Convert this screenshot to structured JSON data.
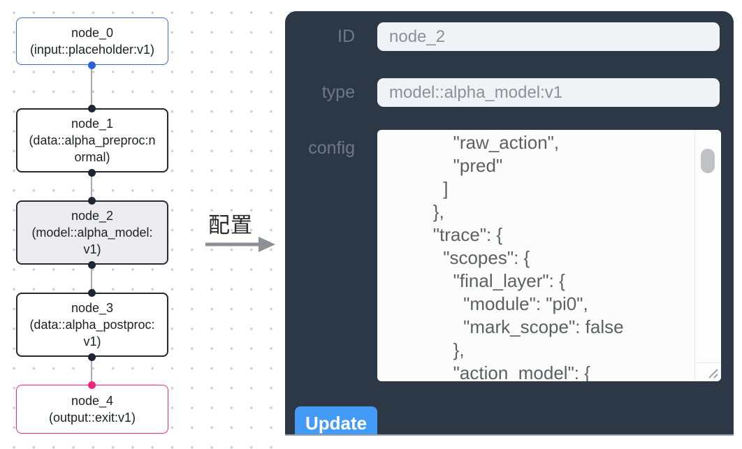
{
  "canvas": {
    "nodes": [
      {
        "title": "node_0",
        "subtitle": "(input::placeholder:v1)"
      },
      {
        "title": "node_1",
        "subtitle": "(data::alpha_preproc:normal)"
      },
      {
        "title": "node_2",
        "subtitle": "(model::alpha_model:v1)"
      },
      {
        "title": "node_3",
        "subtitle": "(data::alpha_postproc:v1)"
      },
      {
        "title": "node_4",
        "subtitle": "(output::exit:v1)"
      }
    ],
    "annotation_label": "配置"
  },
  "panel": {
    "id_field": {
      "label": "ID",
      "value": "node_2"
    },
    "type_field": {
      "label": "type",
      "value": "model::alpha_model:v1"
    },
    "config_field": {
      "label": "config",
      "value": "            \"raw_action\",\n            \"pred\"\n          ]\n        },\n        \"trace\": {\n          \"scopes\": {\n            \"final_layer\": {\n              \"module\": \"pi0\",\n              \"mark_scope\": false\n            },\n            \"action_model\": {"
    },
    "update_button": "Update"
  },
  "colors": {
    "panel_bg": "#2d3847",
    "field_bg": "#f0f2f6",
    "update_blue": "#449af7",
    "node_input_border": "#3a6cc8",
    "node_output_border": "#f0267c",
    "node_selected_bg": "#ececee",
    "handle_blue": "#2a62d8",
    "handle_dark": "#1d2433",
    "handle_pink": "#f0267c",
    "edge_gray": "#a9abae"
  }
}
